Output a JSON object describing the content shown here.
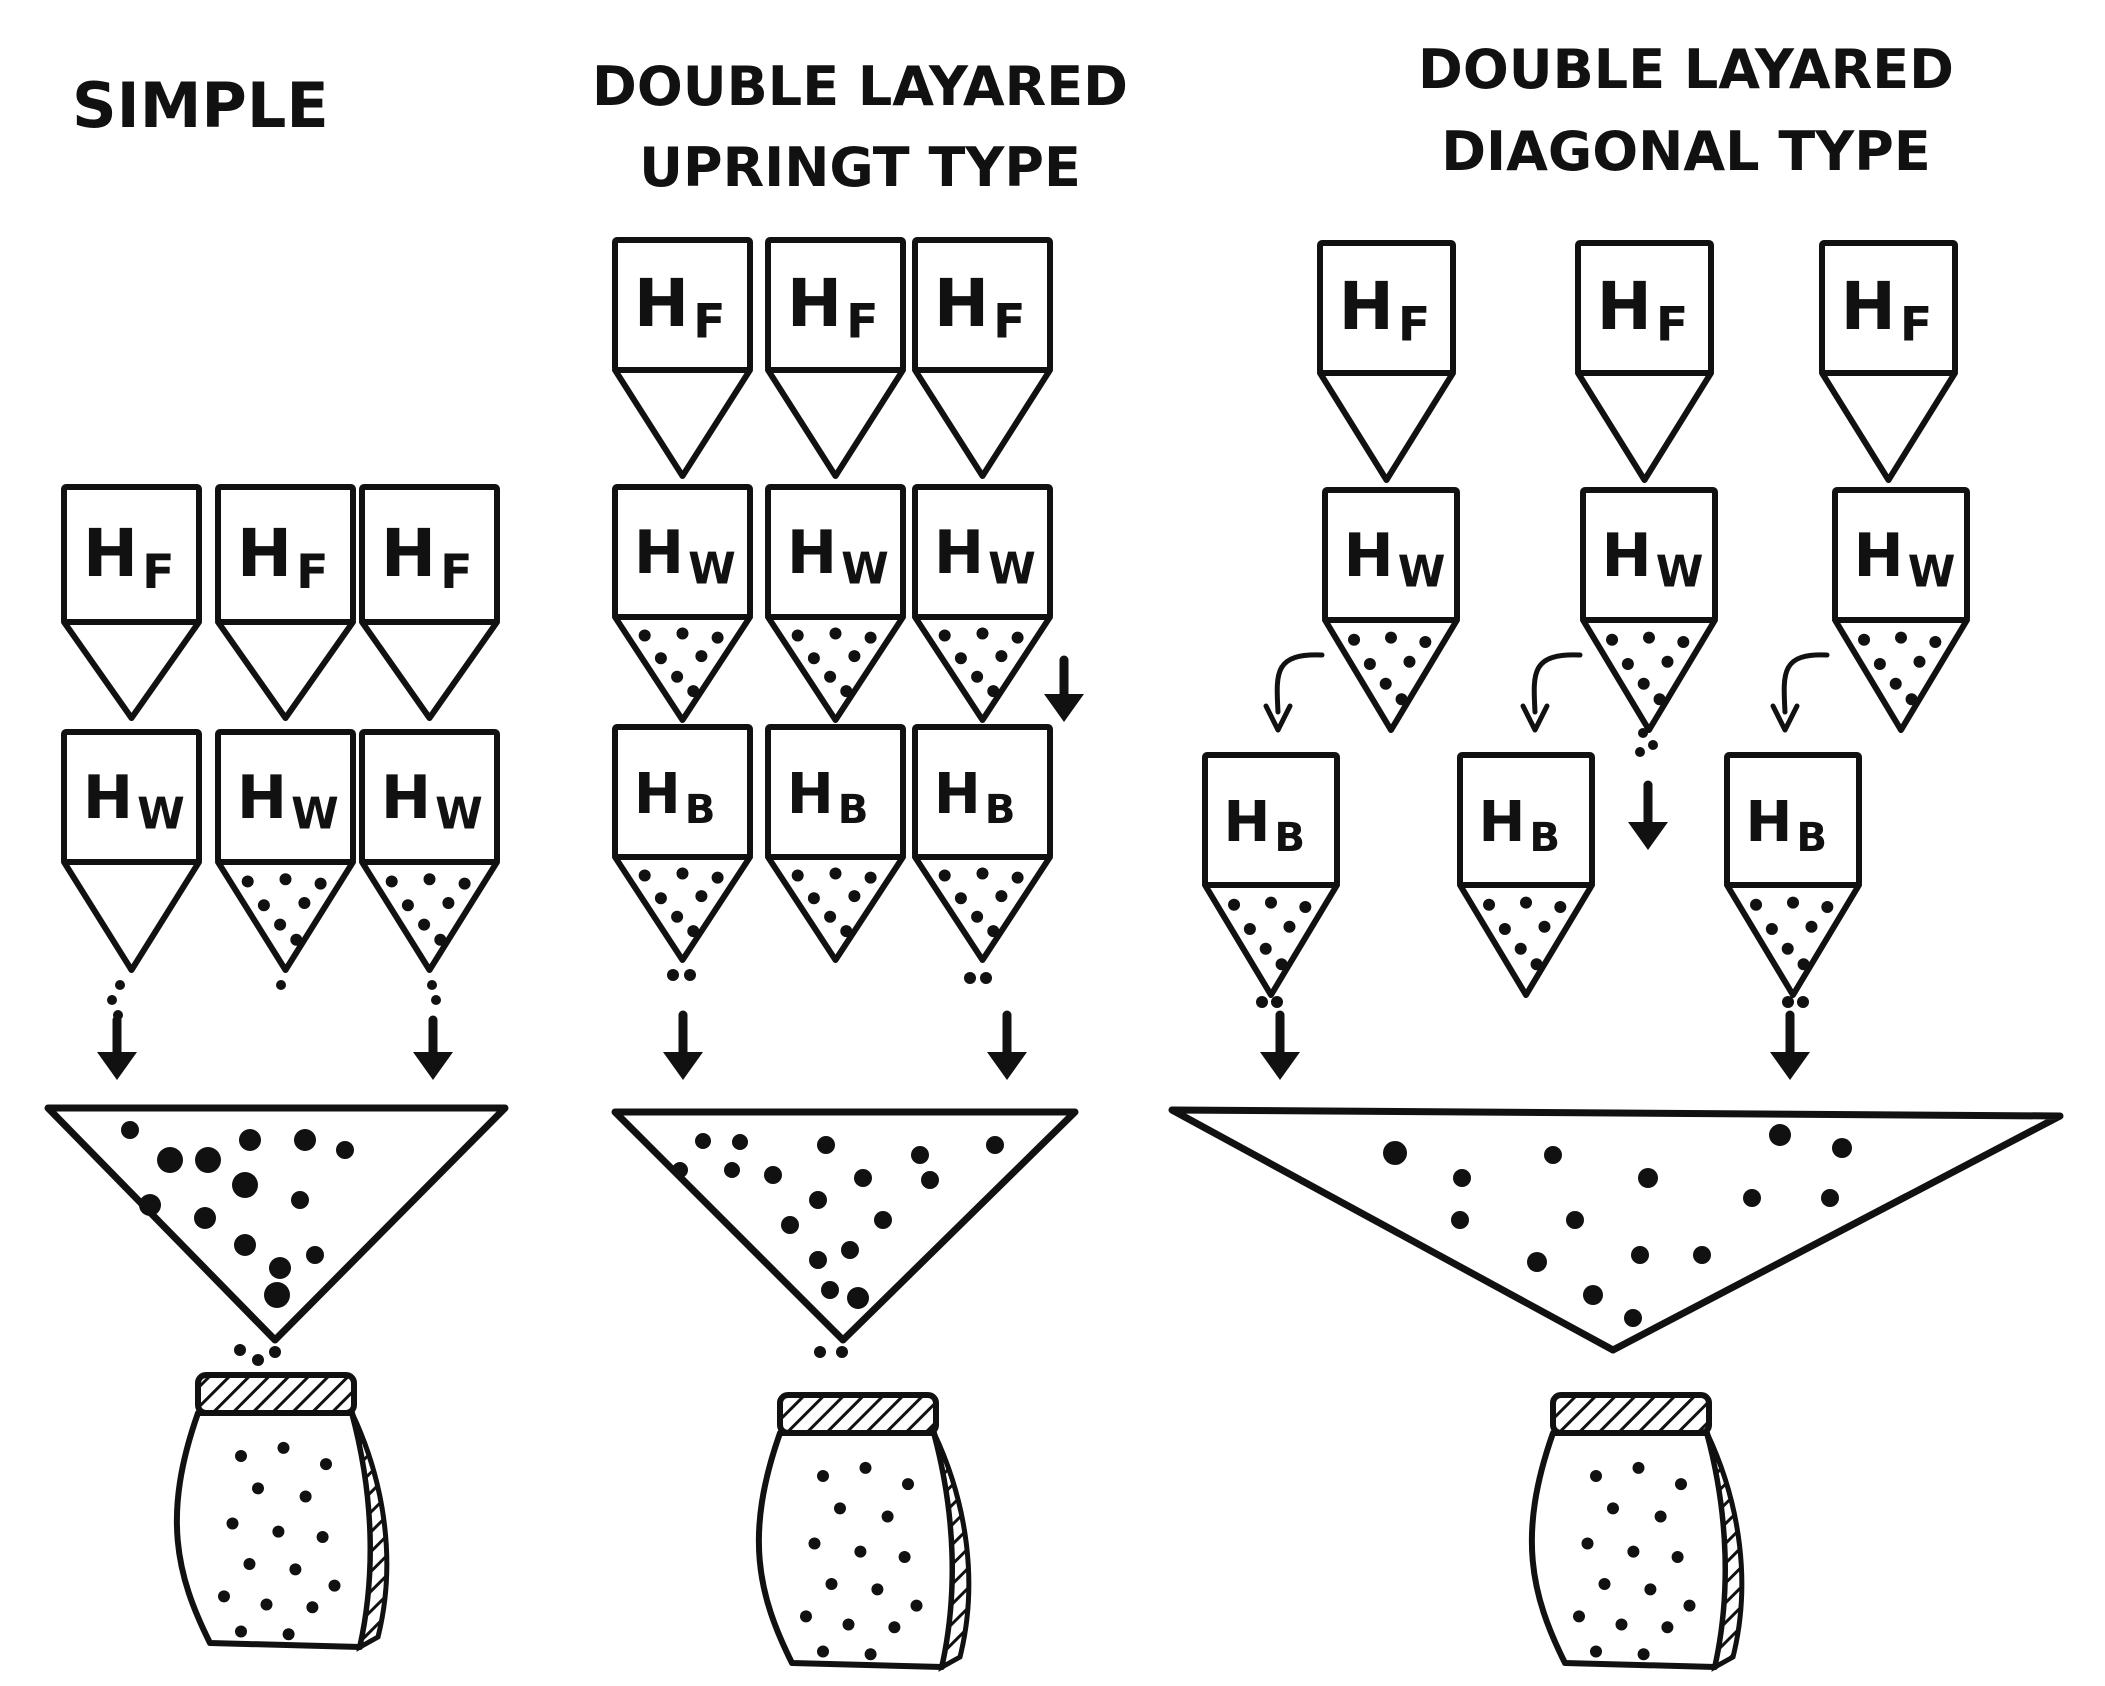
{
  "panels": [
    {
      "id": "simple",
      "title_lines": [
        "SIMPLE"
      ],
      "rows": [
        [
          {
            "letter": "H",
            "sub": "F"
          },
          {
            "letter": "H",
            "sub": "F"
          },
          {
            "letter": "H",
            "sub": "F"
          }
        ],
        [
          {
            "letter": "H",
            "sub": "W"
          },
          {
            "letter": "H",
            "sub": "W"
          },
          {
            "letter": "H",
            "sub": "W"
          }
        ]
      ]
    },
    {
      "id": "double-upright",
      "title_lines": [
        "DOUBLE LAYARED",
        "UPRINGT TYPE"
      ],
      "rows": [
        [
          {
            "letter": "H",
            "sub": "F"
          },
          {
            "letter": "H",
            "sub": "F"
          },
          {
            "letter": "H",
            "sub": "F"
          }
        ],
        [
          {
            "letter": "H",
            "sub": "W"
          },
          {
            "letter": "H",
            "sub": "W"
          },
          {
            "letter": "H",
            "sub": "W"
          }
        ],
        [
          {
            "letter": "H",
            "sub": "B"
          },
          {
            "letter": "H",
            "sub": "B"
          },
          {
            "letter": "H",
            "sub": "B"
          }
        ]
      ]
    },
    {
      "id": "double-diagonal",
      "title_lines": [
        "DOUBLE LAYARED",
        "DIAGONAL TYPE"
      ],
      "rows": [
        [
          {
            "letter": "H",
            "sub": "F"
          },
          {
            "letter": "H",
            "sub": "F"
          },
          {
            "letter": "H",
            "sub": "F"
          }
        ],
        [
          {
            "letter": "H",
            "sub": "W"
          },
          {
            "letter": "H",
            "sub": "W"
          },
          {
            "letter": "H",
            "sub": "W"
          }
        ],
        [
          {
            "letter": "H",
            "sub": "B"
          },
          {
            "letter": "H",
            "sub": "B"
          },
          {
            "letter": "H",
            "sub": "B"
          }
        ]
      ]
    }
  ],
  "colors": {
    "ink": "#111111",
    "paper": "#ffffff"
  }
}
